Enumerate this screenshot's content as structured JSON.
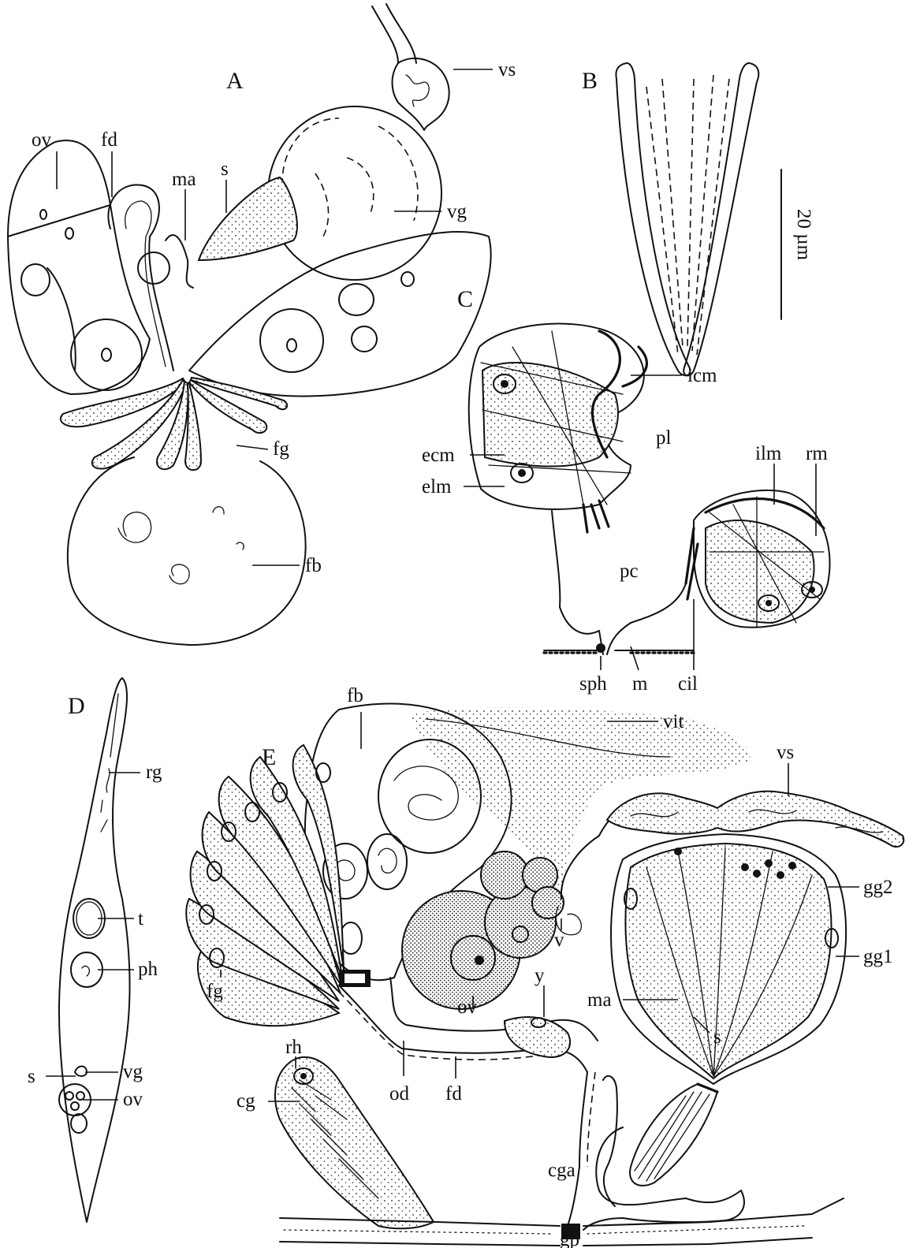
{
  "panels": [
    {
      "id": "A",
      "label": "A"
    },
    {
      "id": "B",
      "label": "B"
    },
    {
      "id": "C",
      "label": "C"
    },
    {
      "id": "D",
      "label": "D"
    },
    {
      "id": "E",
      "label": "E"
    }
  ],
  "scale_bar": {
    "label": "20 µm"
  },
  "labels": {
    "A": [
      "ov",
      "fd",
      "ma",
      "s",
      "vs",
      "vg",
      "fg",
      "fb"
    ],
    "C": [
      "icm",
      "pl",
      "ilm",
      "rm",
      "ecm",
      "elm",
      "pc",
      "sph",
      "m",
      "cil"
    ],
    "D": [
      "rg",
      "t",
      "ph",
      "s",
      "vg",
      "ov"
    ],
    "E": [
      "fb",
      "vit",
      "vs",
      "gg2",
      "v",
      "gg1",
      "y",
      "ma",
      "s",
      "fg",
      "rh",
      "cg",
      "ov",
      "od",
      "fd",
      "cga",
      "gp"
    ]
  }
}
